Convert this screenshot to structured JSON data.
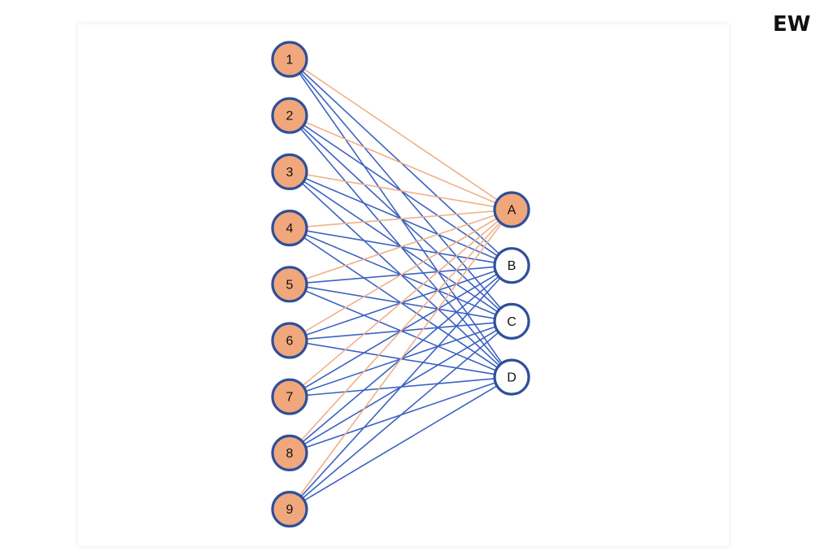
{
  "brand": {
    "logo_text": "EW"
  },
  "diagram": {
    "colors": {
      "edge_to_selected": "#f0b08a",
      "edge_default": "#3b62c2",
      "node_stroke": "#2f4f9a",
      "node_fill_input": "#f0a77c",
      "node_fill_selected": "#f0a77c",
      "node_fill_output": "#ffffff"
    },
    "input_nodes": [
      {
        "id": "n1",
        "label": "1"
      },
      {
        "id": "n2",
        "label": "2"
      },
      {
        "id": "n3",
        "label": "3"
      },
      {
        "id": "n4",
        "label": "4"
      },
      {
        "id": "n5",
        "label": "5"
      },
      {
        "id": "n6",
        "label": "6"
      },
      {
        "id": "n7",
        "label": "7"
      },
      {
        "id": "n8",
        "label": "8"
      },
      {
        "id": "n9",
        "label": "9"
      }
    ],
    "output_nodes": [
      {
        "id": "nA",
        "label": "A",
        "selected": true
      },
      {
        "id": "nB",
        "label": "B",
        "selected": false
      },
      {
        "id": "nC",
        "label": "C",
        "selected": false
      },
      {
        "id": "nD",
        "label": "D",
        "selected": false
      }
    ]
  }
}
